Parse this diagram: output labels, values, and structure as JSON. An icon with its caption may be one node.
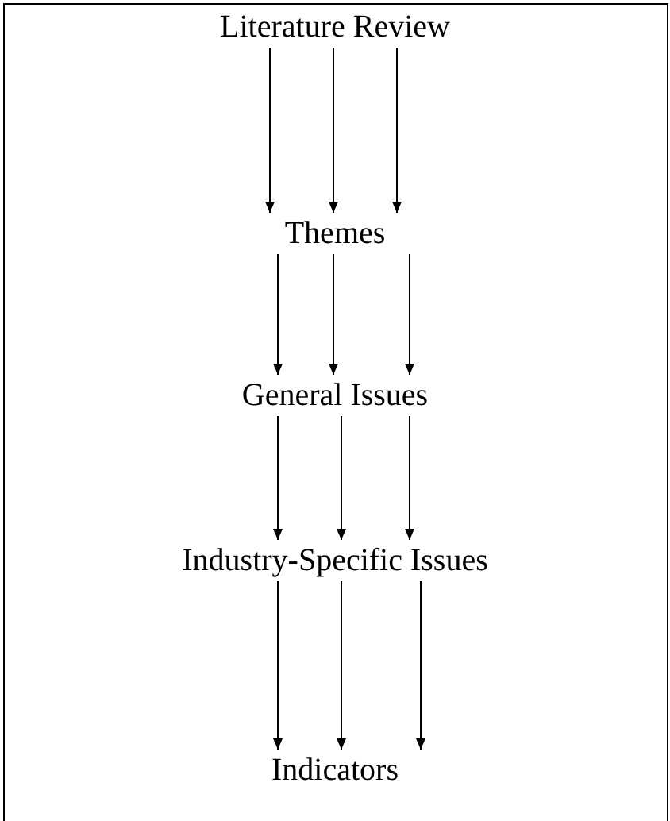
{
  "diagram": {
    "nodes": [
      {
        "text": [
          "Literature Review"
        ]
      },
      {
        "text": [
          "Themes"
        ]
      },
      {
        "text": [
          "General Issues"
        ]
      },
      {
        "text": [
          "Industry-Specific Issues"
        ]
      },
      {
        "text": [
          "Indicators"
        ]
      }
    ],
    "edges": [
      {
        "from": 0,
        "to": 1,
        "arrow": "to"
      },
      {
        "from": 0,
        "to": 1,
        "arrow": "to"
      },
      {
        "from": 0,
        "to": 1,
        "arrow": "to"
      },
      {
        "from": 1,
        "to": 2,
        "arrow": "to"
      },
      {
        "from": 1,
        "to": 2,
        "arrow": "to"
      },
      {
        "from": 1,
        "to": 2,
        "arrow": "to"
      },
      {
        "from": 2,
        "to": 3,
        "arrow": "to"
      },
      {
        "from": 2,
        "to": 3,
        "arrow": "to"
      },
      {
        "from": 2,
        "to": 3,
        "arrow": "to"
      },
      {
        "from": 3,
        "to": 4,
        "arrow": "to"
      },
      {
        "from": 3,
        "to": 4,
        "arrow": "to"
      },
      {
        "from": 3,
        "to": 4,
        "arrow": "to"
      }
    ]
  }
}
